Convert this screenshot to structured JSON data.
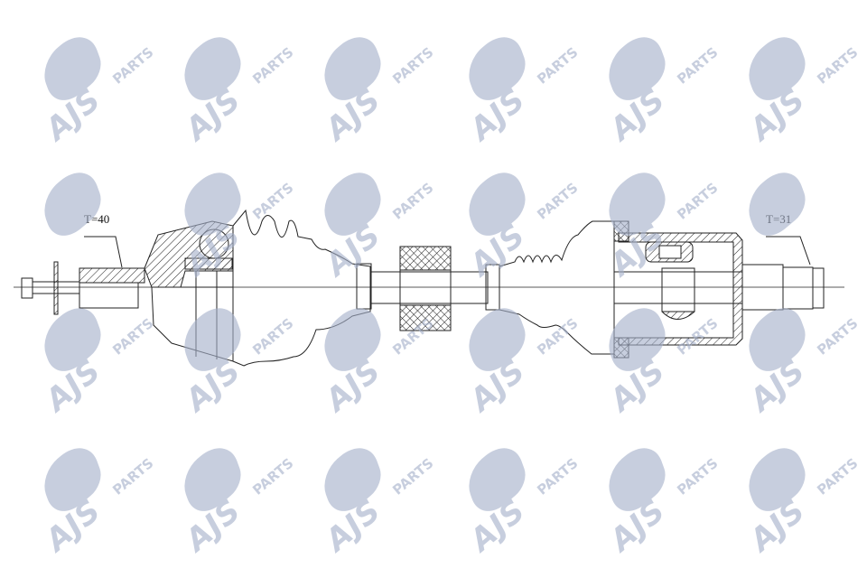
{
  "diagram": {
    "subject": "drive-shaft",
    "labels": {
      "left_spline": "T=40",
      "right_spline": "T=31"
    }
  },
  "watermark": {
    "brand": "AJS",
    "sub": "PARTS",
    "color": "#a6b1ca"
  }
}
